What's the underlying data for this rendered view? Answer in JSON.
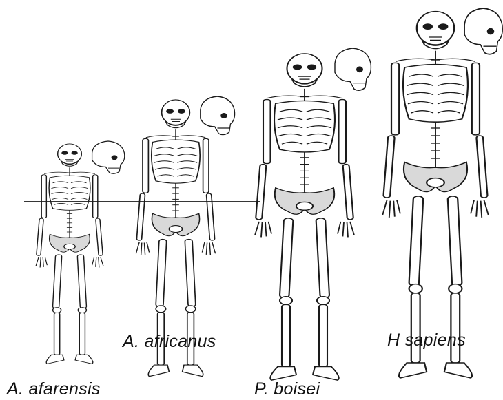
{
  "figure": {
    "species": [
      {
        "id": "afarensis",
        "label": "A. afarensis"
      },
      {
        "id": "africanus",
        "label": "A. africanus"
      },
      {
        "id": "boisei",
        "label": "P. boisei"
      },
      {
        "id": "sapiens",
        "label": "H sapiens"
      }
    ],
    "colors": {
      "ink": "#1a1a1a",
      "background": "#ffffff",
      "pelvis_shade": "#d9d9d9"
    },
    "reference_line": true
  }
}
